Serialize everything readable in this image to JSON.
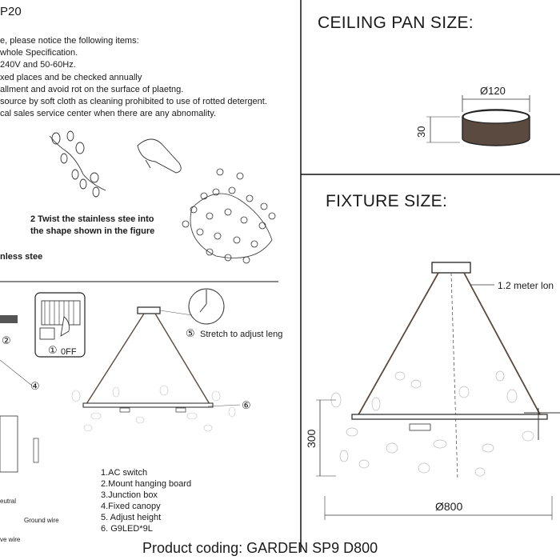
{
  "model_code": "P20",
  "notice": {
    "lines": [
      "e, please notice the following items:",
      "whole Specification.",
      "240V and 50-60Hz.",
      "xed places and be checked annually",
      "allment and avoid rot on the surface of plaetng.",
      "source by soft cloth as cleaning prohibited to use of rotted detergent.",
      "cal sales service center when there are any abnomality."
    ]
  },
  "assembly": {
    "step2_line1": "2 Twist the stainless stee  into",
    "step2_line2": "the shape shown in the figure",
    "step1_fragment": "nless stee"
  },
  "wiring": {
    "switch_off": "0FF",
    "callout_1": "①",
    "callout_2": "②",
    "callout_4": "④",
    "callout_5": "⑤",
    "callout_6": "⑥",
    "stretch_label": "Stretch to adjust leng",
    "neutral_label": "eutral",
    "ground_label": "Ground wire",
    "live_label": "ve wire"
  },
  "parts_list": [
    "1.AC switch",
    "2.Mount hanging board",
    "3.Junction box",
    "4.Fixed canopy",
    "5. Adjust height",
    "6. G9LED*9L"
  ],
  "ceiling_pan": {
    "title": "CEILING PAN SIZE:",
    "diameter": "Ø120",
    "height": "30"
  },
  "fixture": {
    "title": "FIXTURE SIZE:",
    "cable_length": "1.2 meter lon",
    "height": "300",
    "diameter": "Ø800"
  },
  "footer": {
    "product_coding": "Product coding: GARDEN SP9 D800"
  }
}
